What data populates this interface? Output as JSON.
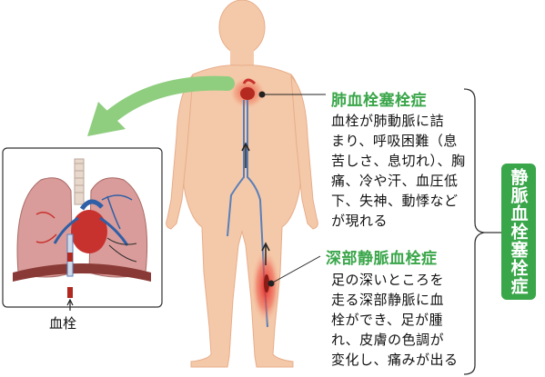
{
  "colors": {
    "green": "#3aa64a",
    "arrow_green": "#8fce7f",
    "skin": "#f4c9a9",
    "skin_shade": "#e7ad8a",
    "vein": "#5a7fb8",
    "artery": "#c8322e",
    "lung": "#d99c9a",
    "clot": "#e23a3a"
  },
  "pulmonary": {
    "title": "肺血栓塞栓症",
    "lines": [
      "血栓が肺動脈に詰",
      "まり、呼吸困難（息",
      "苦しさ、息切れ）、胸",
      "痛、冷や汗、血圧低",
      "下、失神、動悸など",
      "が現れる"
    ]
  },
  "dvt": {
    "title": "深部静脈血栓症",
    "lines": [
      "足の深いところを",
      "走る深部静脈に血",
      "栓ができ、足が腫",
      "れ、皮膚の色調が",
      "変化し、痛みが出る"
    ]
  },
  "badge": "静脈血栓塞栓症",
  "inset_label": "血栓"
}
